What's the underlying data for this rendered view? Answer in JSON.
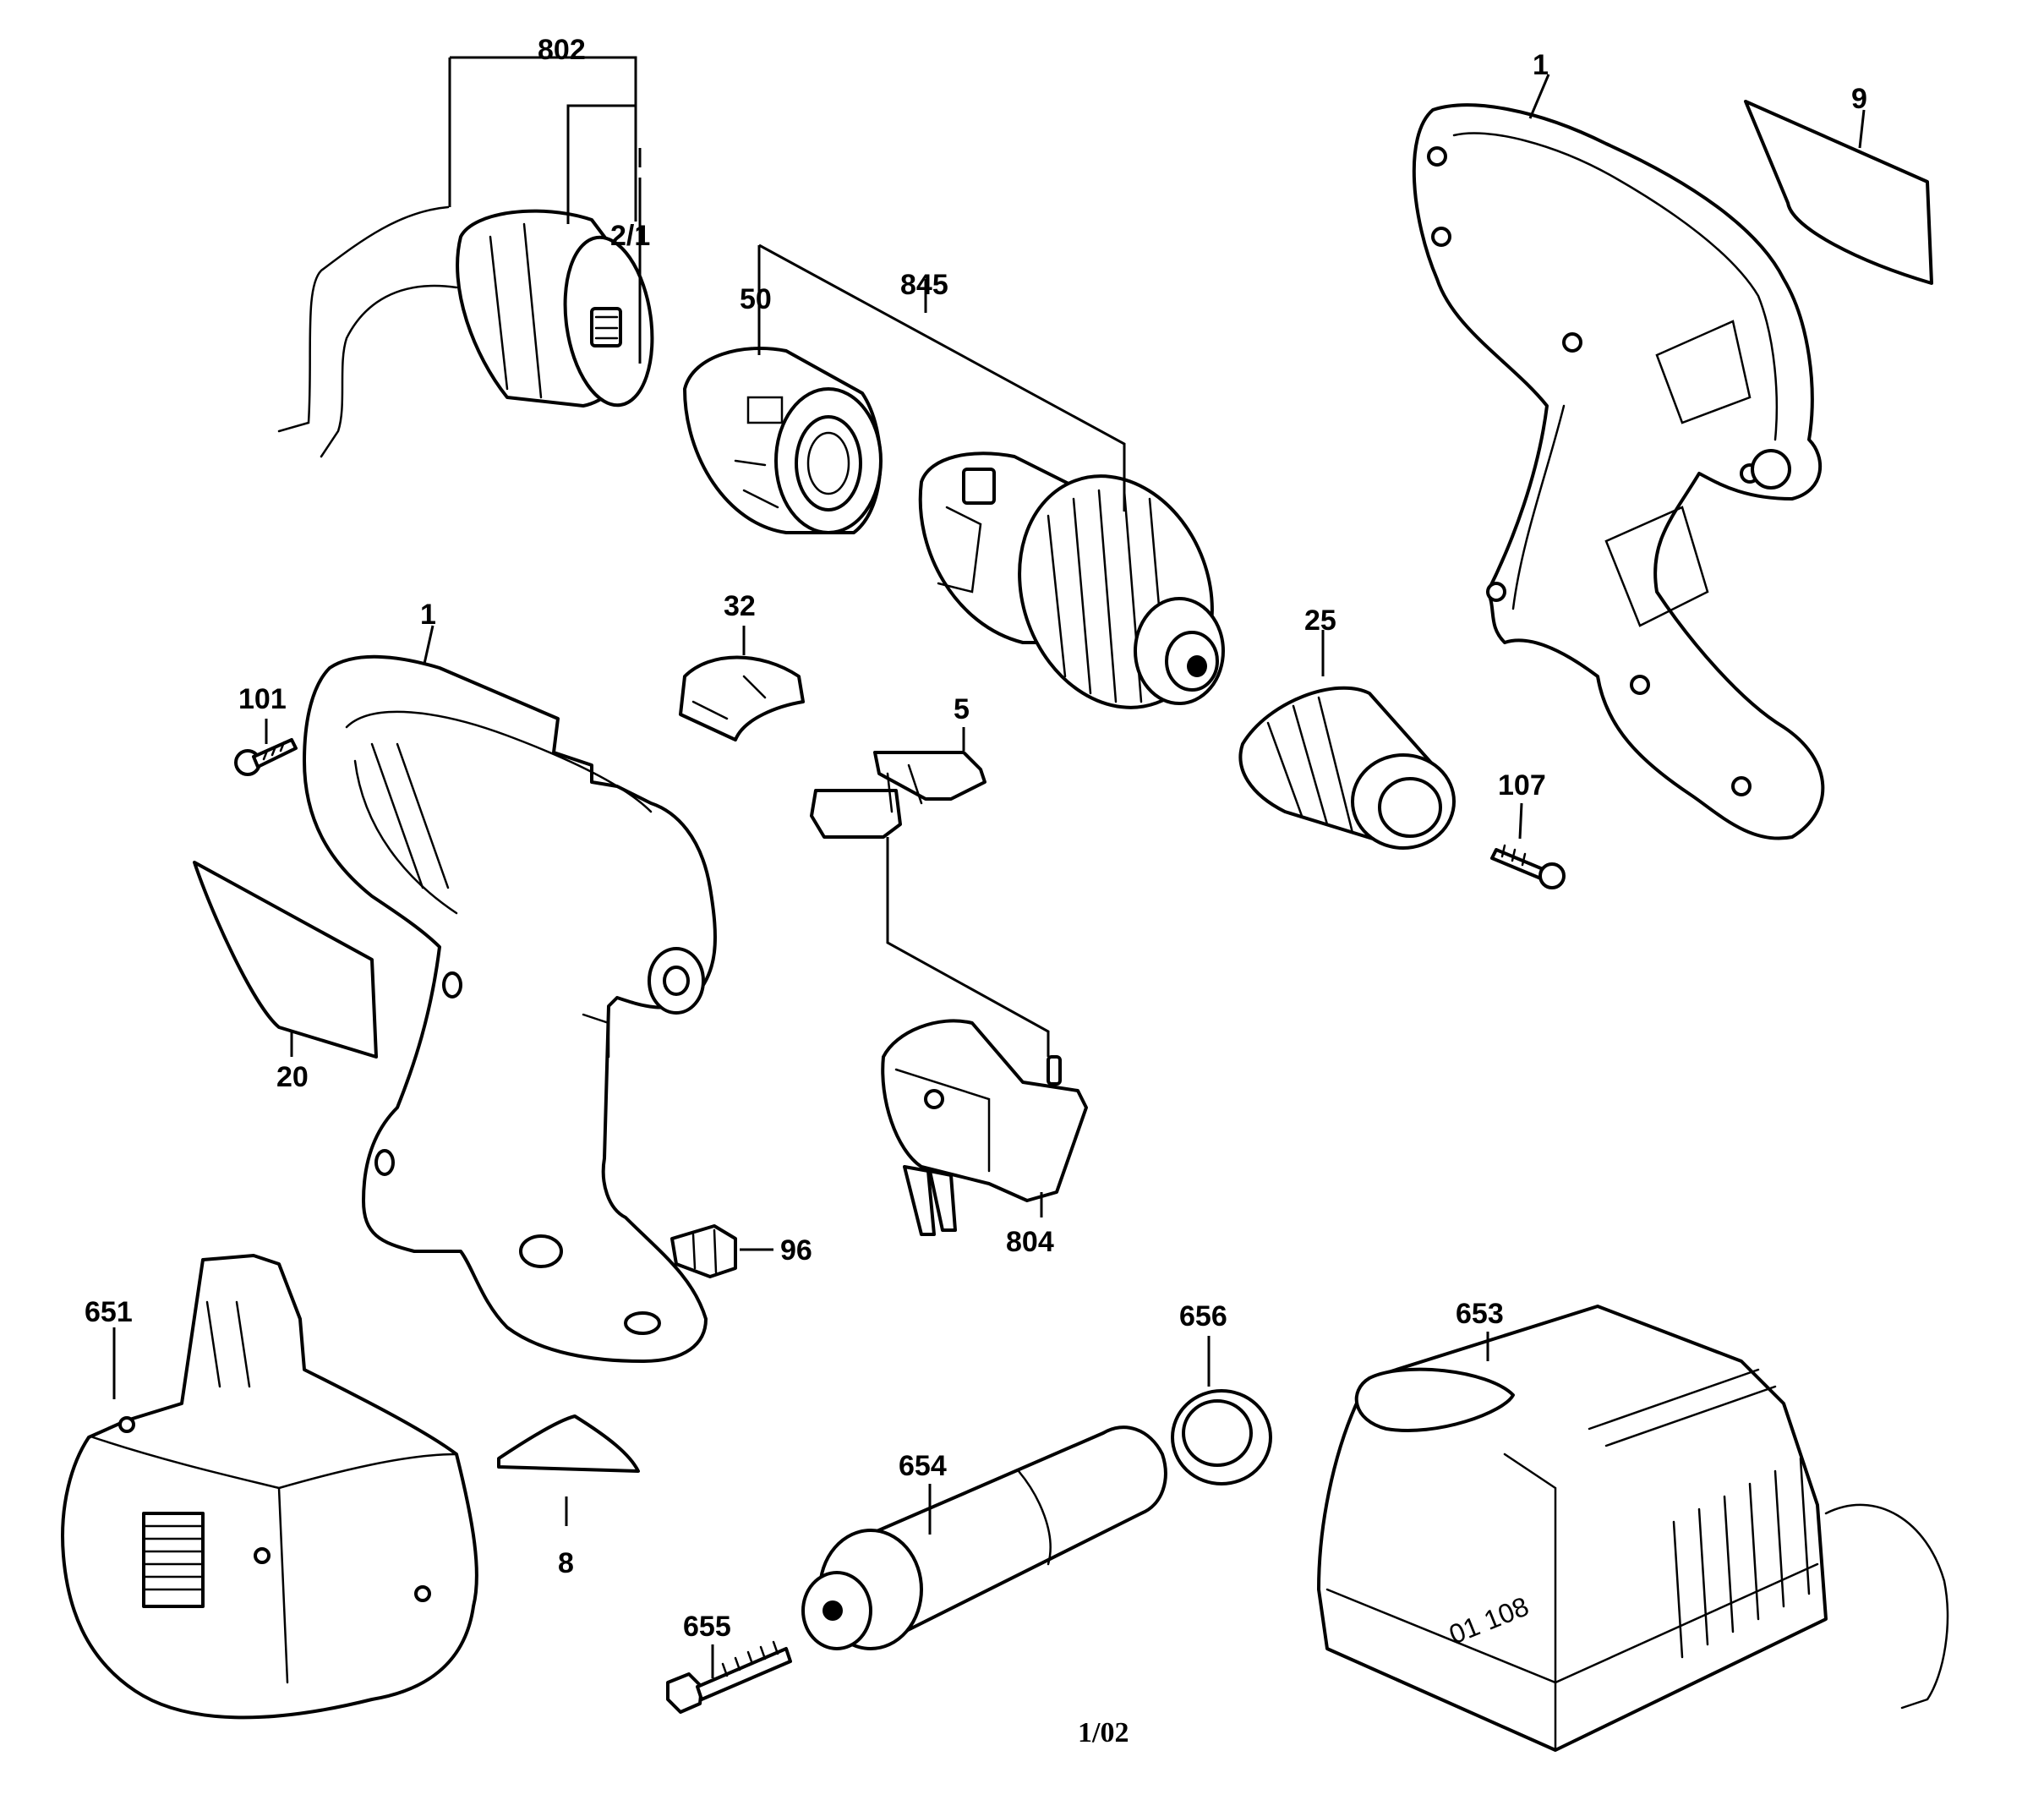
{
  "labels": {
    "l802": "802",
    "l2_1": "2/1",
    "l50": "50",
    "l845": "845",
    "l1_right": "1",
    "l9": "9",
    "l1_left": "1",
    "l101": "101",
    "l32": "32",
    "l5": "5",
    "l25": "25",
    "l107": "107",
    "l20": "20",
    "l96": "96",
    "l804": "804",
    "l651": "651",
    "l656": "656",
    "l653": "653",
    "l654": "654",
    "l8": "8",
    "l655": "655"
  },
  "charger_marking": "01 108",
  "footer": "1/02"
}
